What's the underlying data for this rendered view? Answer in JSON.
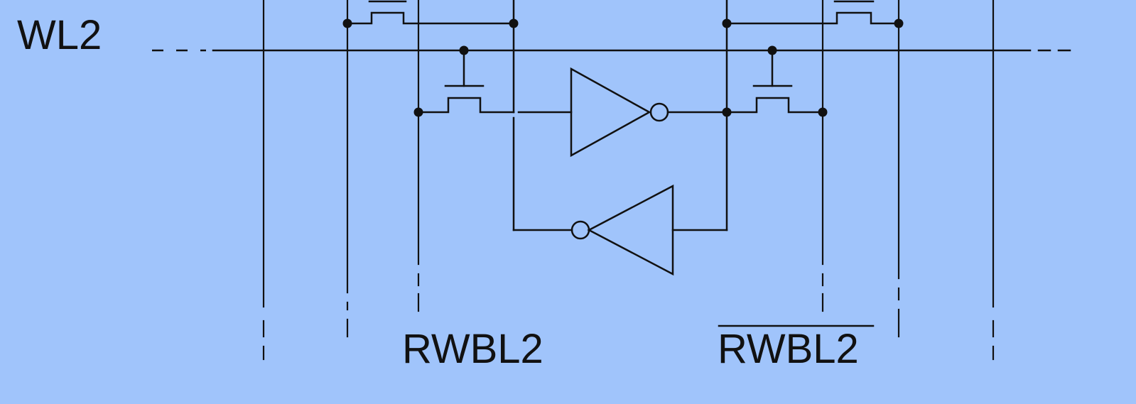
{
  "diagram": {
    "wordline_label": "WL2",
    "bitline_label": "RWBL2",
    "bitline_bar_label": "RWBL2",
    "colors": {
      "background": "#a0c4fb",
      "ink": "#111111"
    }
  }
}
